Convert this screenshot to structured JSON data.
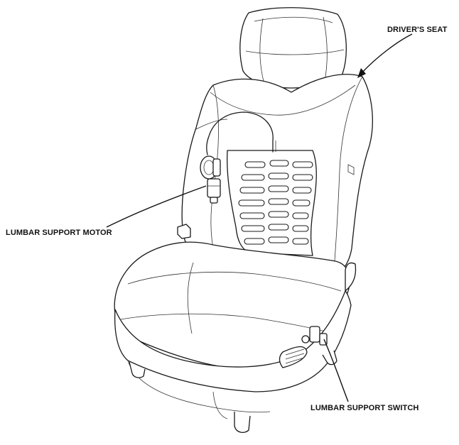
{
  "labels": {
    "drivers_seat": "DRIVER'S SEAT",
    "lumbar_motor": "LUMBAR SUPPORT MOTOR",
    "lumbar_switch": "LUMBAR SUPPORT SWITCH"
  }
}
